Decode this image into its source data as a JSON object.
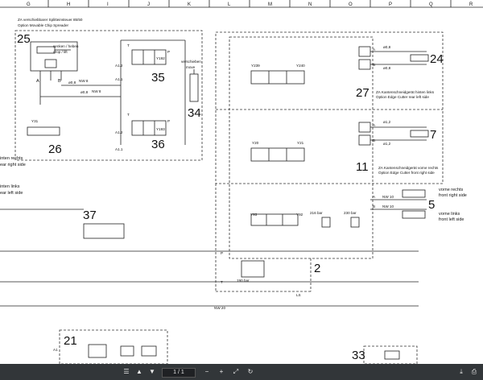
{
  "ruler": [
    "G",
    "H",
    "I",
    "J",
    "K",
    "L",
    "M",
    "N",
    "O",
    "P",
    "Q",
    "R"
  ],
  "diagram": {
    "labels": {
      "n25": "25",
      "n35": "35",
      "n36": "36",
      "n34": "34",
      "n26": "26",
      "n27": "27",
      "n24": "24",
      "n11": "11",
      "n7": "7",
      "n5": "5",
      "n2": "2",
      "n37": "37",
      "n21": "21",
      "n33": "33",
      "spreader_de": "ZA verschiebbarer Splitteinsteuer 85/50",
      "spreader_en": "Option Movable Chip Spreader",
      "senken_heben": "senken / heben",
      "drop_lift": "drop / lift",
      "verschieben": "verschieben",
      "move": "move",
      "y31": "Y31",
      "y239": "Y239",
      "y240": "Y240",
      "y20": "Y20",
      "y21": "Y21",
      "y93": "Y93",
      "y92": "Y92",
      "y192": "Y192",
      "y193": "Y193",
      "edge_left_de": "ZA Kantenschneidgerät hinten links",
      "edge_left_en": "Option Edge Cutter rear left side",
      "edge_right_de": "ZA Kantenschneidgerät vorne rechts",
      "edge_right_en": "Option Edge Cutter front right side",
      "vorne_rechts": "vorne rechts",
      "front_right": "front right side",
      "vorne_links": "vorne links",
      "front_left": "front left side",
      "hinten_rechts": "inten rechts",
      "rear_right": "ear right side",
      "hinten_links": "inten links",
      "rear_left": "ear left side",
      "nw8": "NW 8",
      "nw10": "NW 10",
      "nw20": "NW 20",
      "d08": "ø0,8",
      "d12": "ø1,2",
      "bar216": "216 bar",
      "bar230": "230 bar",
      "bar190": "190 bar",
      "port_a": "A",
      "port_b": "B",
      "port_p": "P",
      "port_t": "T",
      "port_ls": "LS",
      "a12": "A1.2",
      "a11": "A1.1",
      "a1": "A1"
    }
  },
  "toolbar": {
    "page_current": "1",
    "page_total": "/ 1",
    "icons": [
      "menu-icon",
      "page-up-icon",
      "page-down-icon",
      "zoom-out-icon",
      "zoom-in-icon",
      "fit-page-icon",
      "rotate-icon",
      "download-icon",
      "print-icon"
    ]
  }
}
